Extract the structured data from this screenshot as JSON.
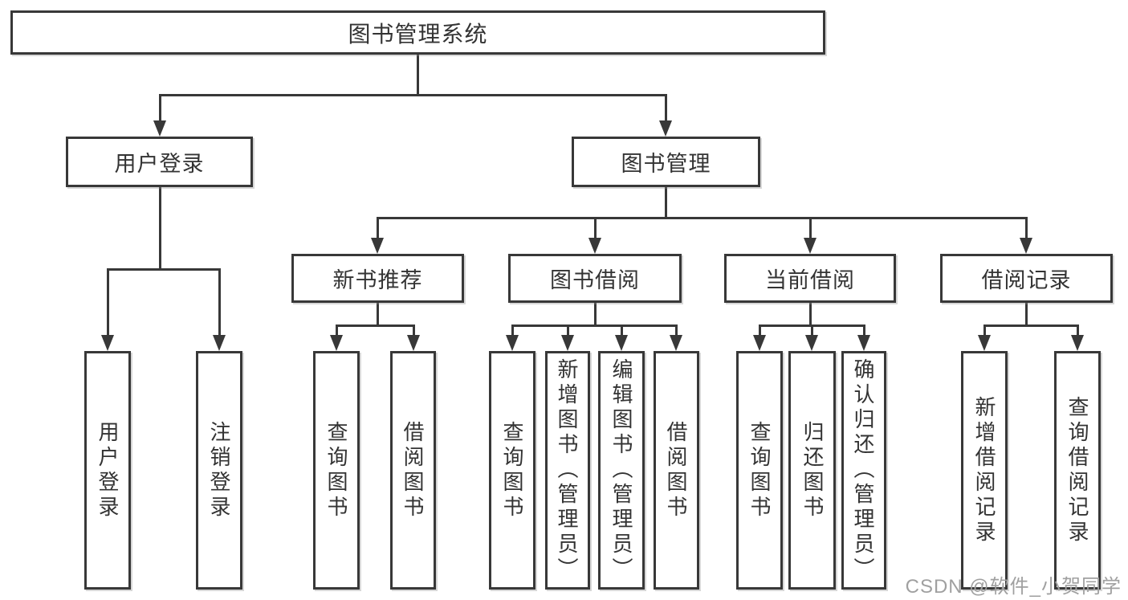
{
  "diagram": {
    "title": "图书管理系统",
    "branches": [
      {
        "label": "用户登录",
        "children": [
          {
            "label": "用户登录"
          },
          {
            "label": "注销登录"
          }
        ]
      },
      {
        "label": "图书管理",
        "children": [
          {
            "label": "新书推荐",
            "children": [
              {
                "label": "查询图书"
              },
              {
                "label": "借阅图书"
              }
            ]
          },
          {
            "label": "图书借阅",
            "children": [
              {
                "label": "查询图书"
              },
              {
                "label": "新增图书（管理员）"
              },
              {
                "label": "编辑图书（管理员）"
              },
              {
                "label": "借阅图书"
              }
            ]
          },
          {
            "label": "当前借阅",
            "children": [
              {
                "label": "查询图书"
              },
              {
                "label": "归还图书"
              },
              {
                "label": "确认归还（管理员）"
              }
            ]
          },
          {
            "label": "借阅记录",
            "children": [
              {
                "label": "新增借阅记录"
              },
              {
                "label": "查询借阅记录"
              }
            ]
          }
        ]
      }
    ]
  },
  "watermark": {
    "text": "CSDN @软件_小贺同学"
  },
  "colors": {
    "line": "#383838",
    "text": "#333333",
    "watermark": "#a0a0a0",
    "background": "#ffffff"
  }
}
